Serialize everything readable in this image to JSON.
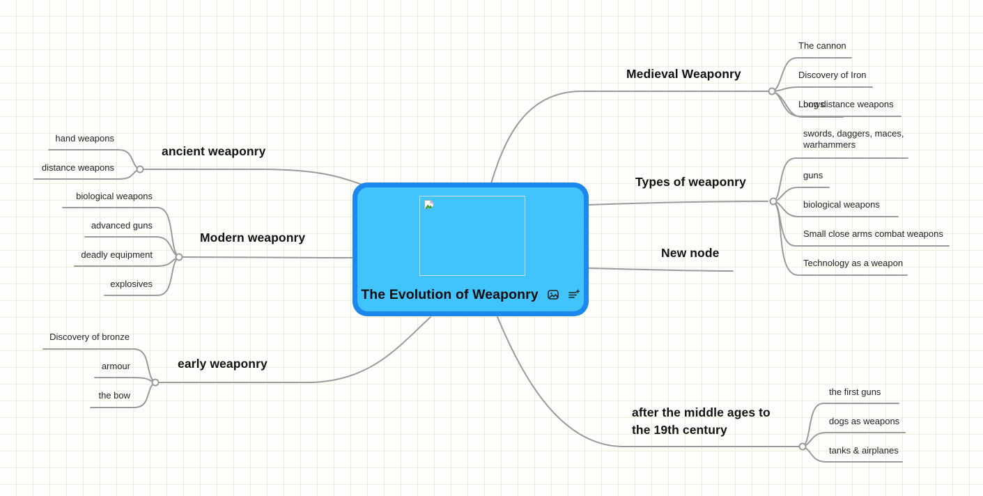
{
  "root": {
    "title": "The Evolution of Weaponry",
    "image_placeholder": "broken image",
    "icons": {
      "image": "image-icon",
      "notes": "add-notes-icon"
    }
  },
  "branches": {
    "medieval": {
      "label": "Medieval Weaponry",
      "children": {
        "cannon": "The cannon",
        "iron": "Discovery of Iron",
        "long_distance": "Long distance weapons",
        "bows": "bows"
      }
    },
    "types": {
      "label": "Types of weaponry",
      "children": {
        "swords": "swords, daggers, maces, warhammers",
        "guns": "guns",
        "biological": "biological weapons",
        "small_arms": "Small close arms combat weapons",
        "technology": "Technology as a weapon"
      }
    },
    "new_node": {
      "label": "New node"
    },
    "after_middle": {
      "label": "after the middle ages to the 19th century",
      "children": {
        "first_guns": "the first guns",
        "dogs": "dogs as weapons",
        "tanks": "tanks & airplanes"
      }
    },
    "ancient": {
      "label": "ancient weaponry",
      "children": {
        "hand": "hand weapons",
        "distance": "distance weapons"
      }
    },
    "modern": {
      "label": "Modern weaponry",
      "children": {
        "biological": "biological weapons",
        "advanced_guns": "advanced guns",
        "deadly": "deadly equipment",
        "explosives": "explosives"
      }
    },
    "early": {
      "label": "early weaponry",
      "children": {
        "bronze": "Discovery of bronze",
        "armour": "armour",
        "bow": "the bow"
      }
    }
  },
  "colors": {
    "node_border": "#1c87ec",
    "node_fill": "#40c4fb",
    "connector": "#9a9a9a",
    "grid": "#e9efdc",
    "title_text": "#121212",
    "child_text": "#232323"
  }
}
